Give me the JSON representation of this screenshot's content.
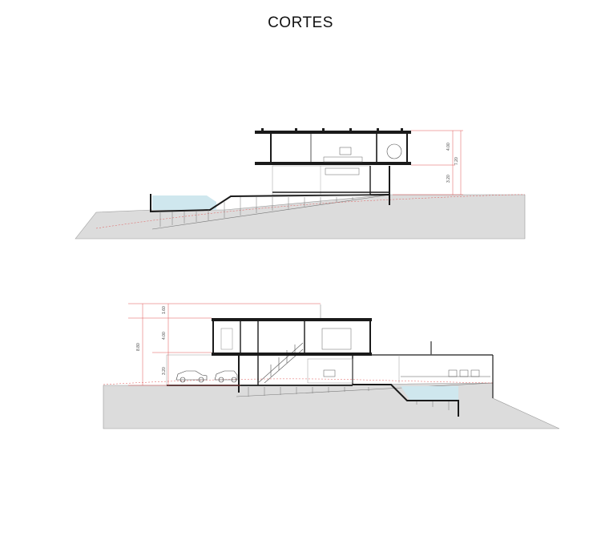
{
  "title": "CORTES",
  "section_1": {
    "dimensions": [
      "4.00",
      "7.20",
      "3.20"
    ]
  },
  "section_2": {
    "dimensions": [
      "1.60",
      "4.00",
      "8.80",
      "3.20"
    ]
  },
  "colors": {
    "ground": "#dcdcdc",
    "pool_water": "#cfe7ee",
    "structure": "#1a1a1a",
    "dimension_line": "#e05555"
  }
}
